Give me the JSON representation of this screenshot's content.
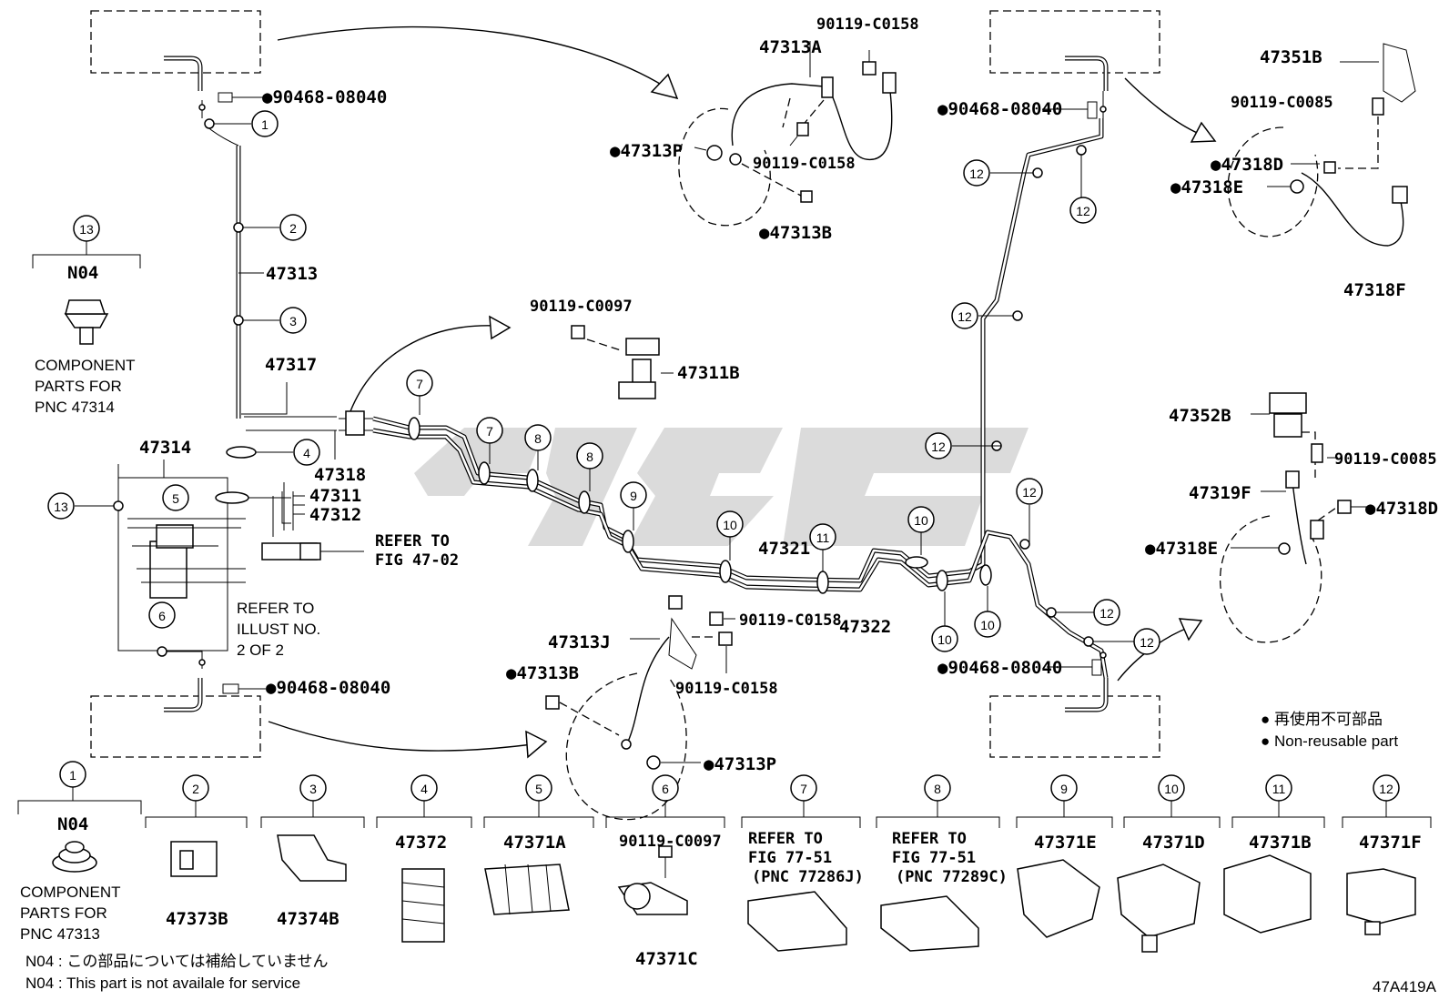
{
  "labels": {
    "p90468_tl": "●90468-08040",
    "p90468_r": "●90468-08040",
    "p90468_bl": "●90468-08040",
    "p90468_br": "●90468-08040",
    "p47313": "47313",
    "p47317": "47317",
    "p47318": "47318",
    "p47311": "47311",
    "p47312": "47312",
    "p47314": "47314",
    "p47321": "47321",
    "p47322": "47322",
    "p47313A": "47313A",
    "p90119_C0158_top": "90119-C0158",
    "p47313P_top": "●47313P",
    "p90119_C0158_mid": "90119-C0158",
    "p47313B_top": "●47313B",
    "p90119_C0097": "90119-C0097",
    "p47311B": "47311B",
    "p47351B": "47351B",
    "p90119_C0085_top": "90119-C0085",
    "p47318D_top": "●47318D",
    "p47318E_top": "●47318E",
    "p47318F": "47318F",
    "p47352B": "47352B",
    "p90119_C0085_mid": "90119-C0085",
    "p47319F": "47319F",
    "p47318D_mid": "●47318D",
    "p47318E_mid": "●47318E",
    "p90119_C0158_b1": "90119-C0158",
    "p47313J": "47313J",
    "p47313B_bot": "●47313B",
    "p90119_C0158_b2": "90119-C0158",
    "p47313P_bot": "●47313P",
    "refer_fig_a": "REFER TO",
    "refer_fig_b": "FIG 47-02",
    "refer_ill_a": "REFER TO",
    "refer_ill_b": "ILLUST NO.",
    "refer_ill_c": "2 OF 2",
    "n04": "N04",
    "comp_a": "COMPONENT",
    "comp_b": "PARTS FOR",
    "comp_c": "PNC 47314",
    "comp2_c": "PNC 47313"
  },
  "legend": {
    "jp": "● 再使用不可部品",
    "en": "● Non-reusable part"
  },
  "notes": {
    "jp": "N04 : この部品については補給していません",
    "en": "N04 : This part is not availale for service"
  },
  "callouts": [
    "1",
    "2",
    "3",
    "4",
    "5",
    "6",
    "7",
    "8",
    "9",
    "10",
    "11",
    "12",
    "13"
  ],
  "bottom_row": [
    {
      "num": "1",
      "part": "N04",
      "sub": ""
    },
    {
      "num": "2",
      "part": "",
      "sub": "47373B"
    },
    {
      "num": "3",
      "part": "",
      "sub": "47374B"
    },
    {
      "num": "4",
      "part": "47372",
      "sub": ""
    },
    {
      "num": "5",
      "part": "47371A",
      "sub": ""
    },
    {
      "num": "6",
      "part": "90119-C0097",
      "sub": "47371C"
    },
    {
      "num": "7",
      "part": "REFER TO",
      "sub": "FIG 77-51",
      "extra": "(PNC 77286J)"
    },
    {
      "num": "8",
      "part": "REFER TO",
      "sub": "FIG 77-51",
      "extra": "(PNC 77289C)"
    },
    {
      "num": "9",
      "part": "47371E",
      "sub": ""
    },
    {
      "num": "10",
      "part": "47371D",
      "sub": ""
    },
    {
      "num": "11",
      "part": "47371B",
      "sub": ""
    },
    {
      "num": "12",
      "part": "47371F",
      "sub": ""
    }
  ],
  "ref_code": "47A419A"
}
